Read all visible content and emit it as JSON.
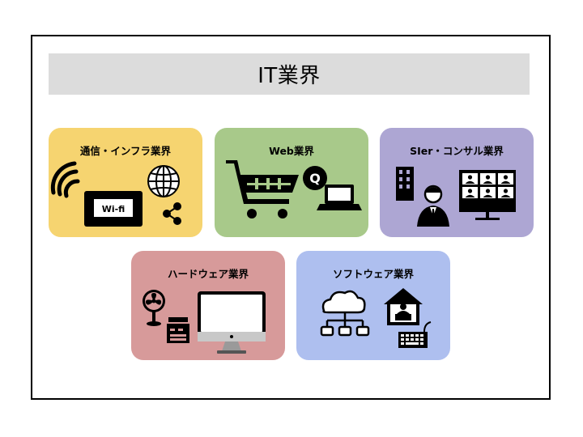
{
  "title": "IT業界",
  "cards": [
    {
      "label": "通信・インフラ業界",
      "badge": "Wi-fi"
    },
    {
      "label": "Web業界",
      "badge": "Q"
    },
    {
      "label": "SIer・コンサル業界"
    },
    {
      "label": "ハードウェア業界"
    },
    {
      "label": "ソフトウェア業界"
    }
  ],
  "colors": {
    "telecom": "#f6d470",
    "web": "#a8c98a",
    "sier": "#ada6d3",
    "hardware": "#d79a9a",
    "software": "#aebfef"
  }
}
